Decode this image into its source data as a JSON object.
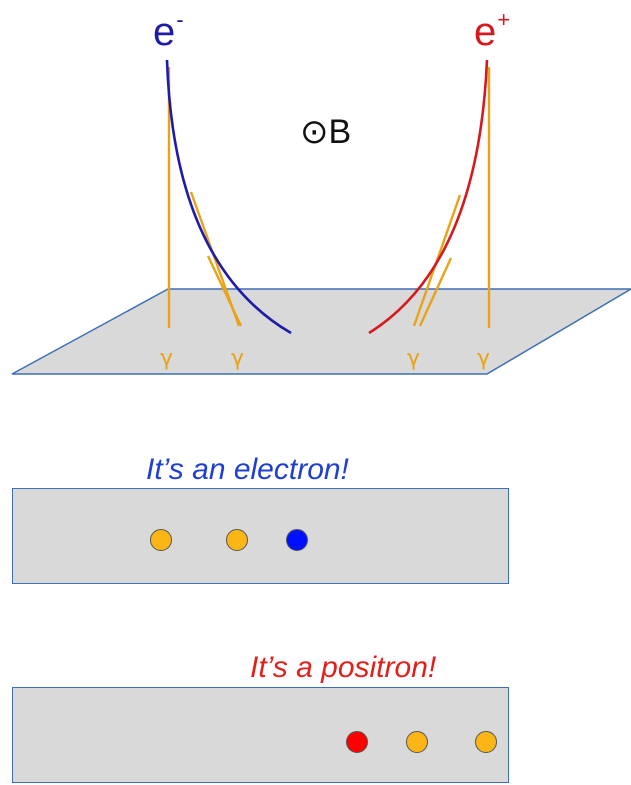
{
  "top_panel": {
    "electron_label": "e",
    "electron_sup": "-",
    "positron_label": "e",
    "positron_sup": "+",
    "field_label": "⊙B",
    "gamma_symbol": "γ",
    "gamma_count_left": 2,
    "gamma_count_right": 2
  },
  "electron_panel": {
    "caption": "It’s an electron!",
    "hits": [
      {
        "kind": "photon",
        "color": "#fbb514"
      },
      {
        "kind": "photon",
        "color": "#fbb514"
      },
      {
        "kind": "electron",
        "color": "#0010ff"
      }
    ]
  },
  "positron_panel": {
    "caption": "It’s a positron!",
    "hits": [
      {
        "kind": "positron",
        "color": "#ff0000"
      },
      {
        "kind": "photon",
        "color": "#fbb514"
      },
      {
        "kind": "photon",
        "color": "#fbb514"
      }
    ]
  },
  "colors": {
    "electron": "#1d1ba8",
    "positron": "#d6191f",
    "photon": "#e8a317",
    "plane": "#d9d9d9",
    "plane_edge": "#3f6fb5",
    "electron_caption": "#1f3fd0",
    "positron_caption": "#e0201b"
  }
}
